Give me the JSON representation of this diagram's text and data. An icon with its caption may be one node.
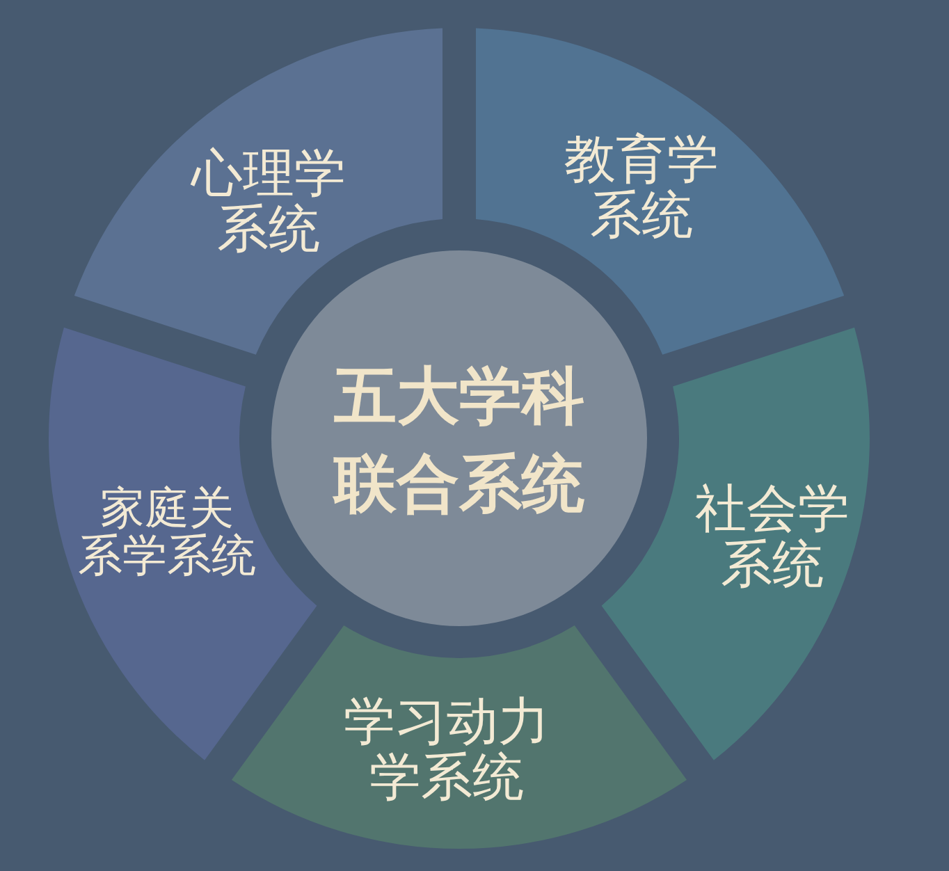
{
  "diagram": {
    "nodes": [
      {
        "text": [
          "心理学系统"
        ]
      },
      {
        "text": [
          "教育学系统"
        ]
      },
      {
        "text": [
          "五大学科联合系统"
        ]
      },
      {
        "text": [
          "家庭关系学系统"
        ]
      },
      {
        "text": [
          "社会学系统"
        ]
      },
      {
        "text": [
          "学习动力学系统"
        ]
      }
    ]
  }
}
